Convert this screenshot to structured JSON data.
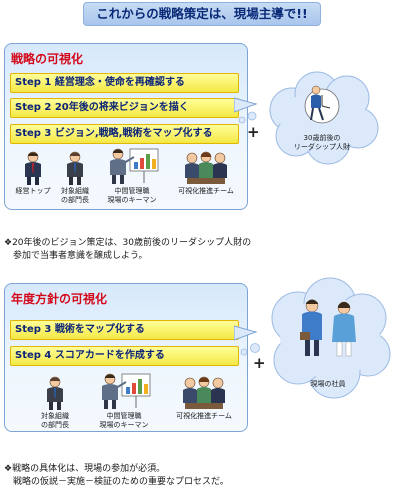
{
  "title": "これからの戦略策定は、現場主導で!!",
  "panel1": {
    "title": "戦略の可視化",
    "steps": [
      "Step 1  経営理念・使命を再確認する",
      "Step 2  20年後の将来ビジョンを描く",
      "Step 3  ビジョン,戦略,戦術をマップ化する"
    ],
    "people": [
      {
        "label": "経営トップ"
      },
      {
        "label": "対象組織\nの部門長"
      },
      {
        "label": "中間管理職\n現場のキーマン"
      },
      {
        "label": "可視化推進チーム"
      }
    ],
    "plus": "+",
    "cloud_label": "30歳前後の\nリーダシップ人財"
  },
  "note1": {
    "line1": "❖20年後のビジョン策定は、30歳前後のリーダシップ人財の",
    "line2": "参加で当事者意識を醸成しよう。"
  },
  "panel2": {
    "title": "年度方針の可視化",
    "steps": [
      "Step 3  戦術をマップ化する",
      "Step 4  スコアカードを作成する"
    ],
    "people": [
      {
        "label": "対象組織\nの部門長"
      },
      {
        "label": "中間管理職\n現場のキーマン"
      },
      {
        "label": "可視化推進チーム"
      }
    ],
    "plus": "+",
    "cloud_label": "現場の社員"
  },
  "note2": {
    "line1": "❖戦略の具体化は、現場の参加が必須。",
    "line2": "戦略の仮説－実施－検証のための重要なプロセスだ。"
  },
  "colors": {
    "panel_title": "#d3081a",
    "step_text": "#0b2378",
    "step_fill": "#f4e845",
    "panel_border": "#7ea3d6",
    "cloud_fill": "#dbe9fb"
  }
}
